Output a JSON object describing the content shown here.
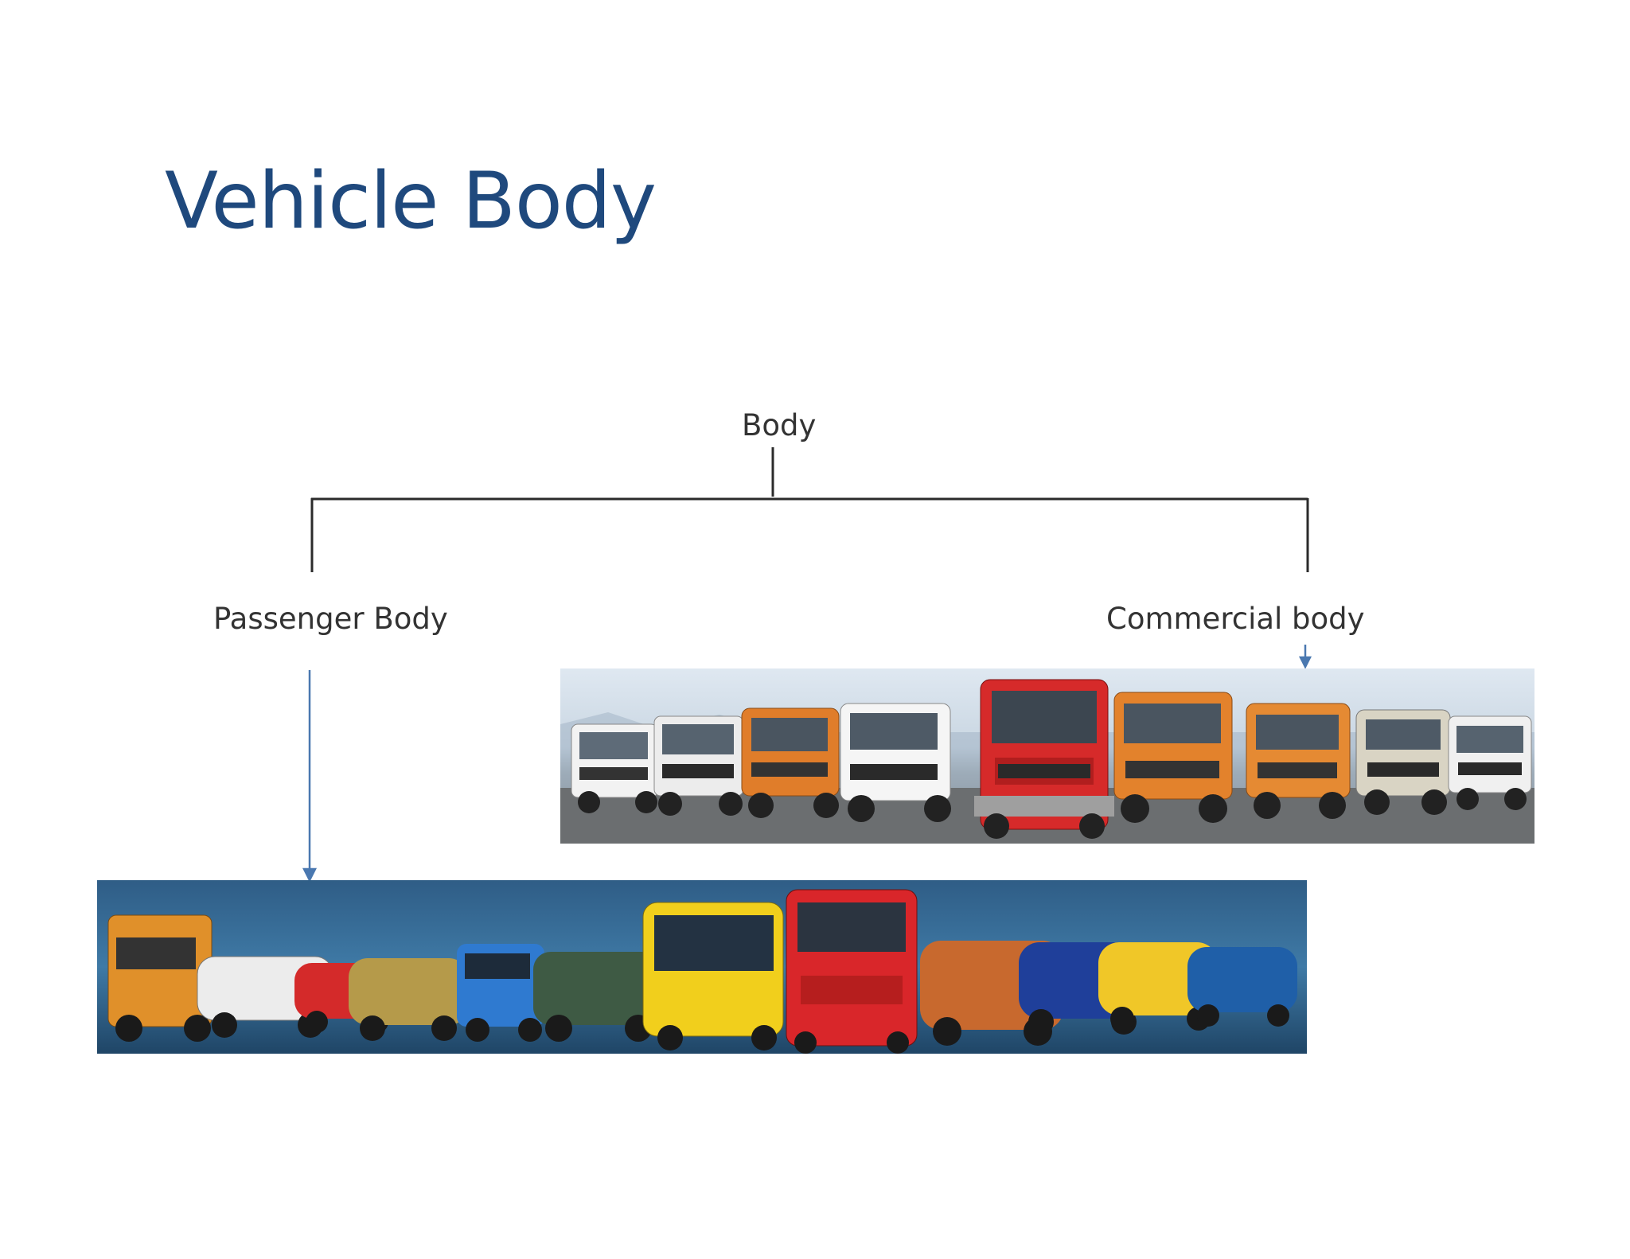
{
  "slide": {
    "title": "Vehicle Body",
    "colors": {
      "title": "#1f497d",
      "connector": "#4a78b0",
      "tree_line": "#2b2b2b"
    }
  },
  "diagram": {
    "root": "Body",
    "children": [
      {
        "label": "Passenger Body",
        "image": "fleet of trucks, buses and cars"
      },
      {
        "label": "Commercial body",
        "image": "fleet of light trucks"
      }
    ]
  }
}
